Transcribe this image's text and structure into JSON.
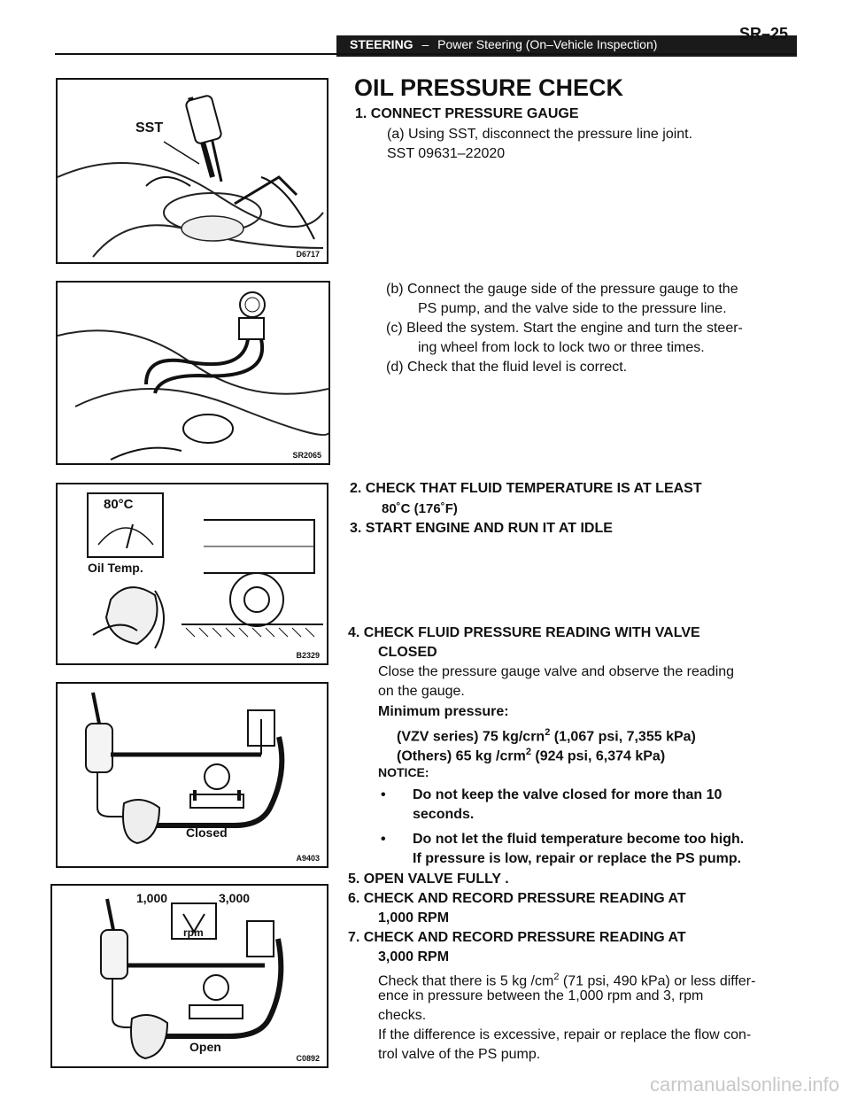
{
  "header": {
    "section": "STEERING",
    "dash": "–",
    "subtitle": "Power Steering (On–Vehicle Inspection)",
    "page_number": "SR–25"
  },
  "figures": {
    "fig1_code": "D6717",
    "fig1_label_sst": "SST",
    "fig2_code": "SR2065",
    "fig3_code": "B2329",
    "fig3_temp": "80°C",
    "fig3_label": "Oil Temp.",
    "fig4_code": "A9403",
    "fig4_label": "Closed",
    "fig5_code": "C0892",
    "fig5_label_left": "1,000",
    "fig5_label_right": "3,000",
    "fig5_label_rpm": "rpm",
    "fig5_label_open": "Open"
  },
  "content": {
    "title": "OIL PRESSURE CHECK",
    "s1_heading": "1.    CONNECT PRESSURE GAUGE",
    "s1_a": "(a)    Using SST, disconnect the pressure line joint.",
    "s1_sst": "SST  09631–22020",
    "s1_b_1": "(b)    Connect the gauge side of the pressure gauge to the",
    "s1_b_2": "PS pump, and the valve side to the pressure line.",
    "s1_c_1": "(c)    Bleed the system. Start the engine and turn the steer-",
    "s1_c_2": "ing wheel from lock to lock two or three times.",
    "s1_d": "(d)    Check that the fluid level is correct.",
    "s2_heading": "2.    CHECK THAT FLUID TEMPERATURE IS AT LEAST",
    "s2_temp": "80˚C (176˚F)",
    "s3_heading": "3.    START ENGINE AND RUN IT AT IDLE",
    "s4_heading_1": "4.    CHECK  FLUID  PRESSURE  READING  WITH  VALVE",
    "s4_heading_2": "CLOSED",
    "s4_body_1": "Close the pressure gauge valve and observe the reading",
    "s4_body_2": "on the gauge.",
    "s4_min": "Minimum pressure:",
    "s4_vzv_a": "(VZV series) 75 kg/crn",
    "s4_vzv_sup": "2",
    "s4_vzv_b": " (1,067 psi, 7,355 kPa)",
    "s4_oth_a": "(Others)       65 kg /crm",
    "s4_oth_sup": "2",
    "s4_oth_b": " (924 psi, 6,374 kPa)",
    "notice": "NOTICE:",
    "bullet": "•",
    "n1_1": "Do not keep the valve closed for more than 10",
    "n1_2": "seconds.",
    "n2_1": "Do not let the fluid temperature become too high.",
    "n2_2": "If pressure is low, repair or replace the PS pump.",
    "s5": "5.    OPEN VALVE FULLY .",
    "s6_1": "6.    CHECK AND RECORD PRESSURE READING AT",
    "s6_2": "1,000 RPM",
    "s7_1": "7.    CHECK AND RECORD PRESSURE READING AT",
    "s7_2": "3,000 RPM",
    "s7_body1_a": "Check that there is 5 kg /cm",
    "s7_body1_sup": "2",
    "s7_body1_b": " (71 psi, 490 kPa) or less differ-",
    "s7_body2": "ence  in  pressure  between  the  1,000  rpm  and  3,  rpm",
    "s7_body3": "checks.",
    "s7_body4": "If the difference is excessive, repair or replace the flow con-",
    "s7_body5": "trol valve of the PS pump."
  },
  "watermark": "carmanualsonline.info"
}
